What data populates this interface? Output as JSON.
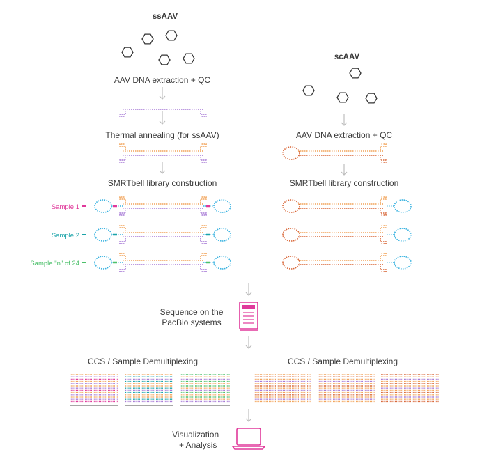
{
  "colors": {
    "magenta": "#e0399b",
    "teal": "#1aa3a8",
    "green": "#4cc06a",
    "orange": "#f2a45a",
    "purple": "#a77ad6",
    "blue": "#38b2e0",
    "rust": "#d9683a",
    "arrow": "#bdbdbd",
    "hexagon": "#333333"
  },
  "left": {
    "title": "ssAAV",
    "step1": "AAV DNA extraction + QC",
    "step2": "Thermal annealing (for ssAAV)",
    "step3": "SMRTbell library construction",
    "samples": [
      "Sample 1",
      "Sample 2",
      "Sample \"n\" of 24"
    ],
    "demux": "CCS / Sample Demultiplexing"
  },
  "right": {
    "title": "scAAV",
    "step1": "AAV DNA extraction + QC",
    "step2": "SMRTbell library construction",
    "demux": "CCS / Sample Demultiplexing"
  },
  "center": {
    "sequence_line1": "Sequence on the",
    "sequence_line2": "PacBio systems",
    "viz_line1": "Visualization",
    "viz_line2": "+ Analysis",
    "sequencer_icon": "sequencer-icon",
    "laptop_icon": "laptop-icon"
  }
}
